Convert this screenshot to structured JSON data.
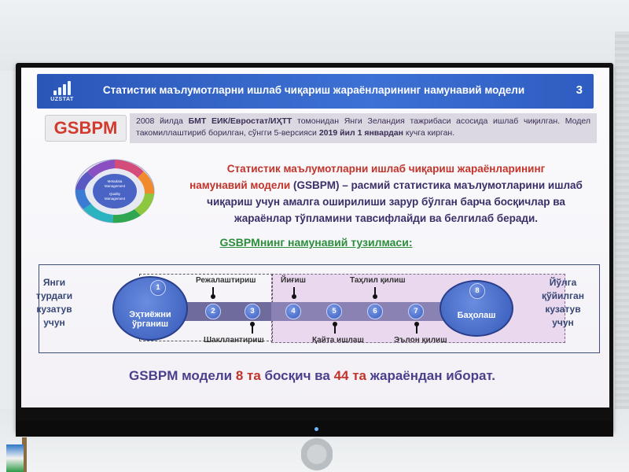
{
  "slide": {
    "header": {
      "logo_text": "UZSTAT",
      "title": "Статистик маълумотларни ишлаб чиқариш жараёнларининг намунавий модели",
      "page_number": "3"
    },
    "badge": "GSBPM",
    "intro": {
      "t1": "2008 йилда ",
      "b1": "БМТ ЕИК/Евростат/ИҲТТ",
      "t2": " томонидан Янги Зеландия тажрибаси асосида ишлаб чиқилган. Модел такомиллаштириб борилган, сўнгги 5-версияси ",
      "b2": "2019 йил 1 январдан",
      "t3": " кучга кирган."
    },
    "cycle_center": {
      "line1": "Metadata",
      "line2": "Management",
      "line3": "Quality",
      "line4": "Management"
    },
    "description": {
      "red1": "Статистик маълумотларни ишлаб чиқариш жараёнларининг",
      "red2": "намунавий модели",
      "abbr": " (GSBPM) – ",
      "rest": "расмий статистика маълумотларини ишлаб чиқариш учун амалга оширилиши зарур бўлган барча босқичлар ва жараёнлар тўпламини тавсифлайди ва белгилаб беради."
    },
    "subtitle": "GSBPMнинг намунавий тузилмаси:",
    "diagram": {
      "left_label": "Янги турдаги кузатув учун",
      "right_label": "Йўлга қўйилган кузатув учун",
      "stages": {
        "s1": "1",
        "s2": "2",
        "s3": "3",
        "s4": "4",
        "s5": "5",
        "s6": "6",
        "s7": "7",
        "s8": "8"
      },
      "stage1_label": "Эҳтиёжни ўрганиш",
      "stage8_label": "Баҳолаш",
      "top_labels": {
        "plan": "Режалаштириш",
        "collect": "Йиғиш",
        "analyse": "Таҳлил қилиш"
      },
      "bottom_labels": {
        "design": "Шакллантириш",
        "process": "Қайта ишлаш",
        "disseminate": "Эълон қилиш"
      }
    },
    "footer": {
      "p1": "GSBPM модели ",
      "n1": "8 та",
      "p2": " босқич ва ",
      "n2": "44 та",
      "p3": " жараёндан иборат."
    }
  },
  "colors": {
    "header_blue": "#2f5cc0",
    "badge_red": "#d13a2c",
    "subtitle_green": "#2c8f3b",
    "text_purple": "#3b2f68",
    "accent_red": "#c2332a"
  }
}
